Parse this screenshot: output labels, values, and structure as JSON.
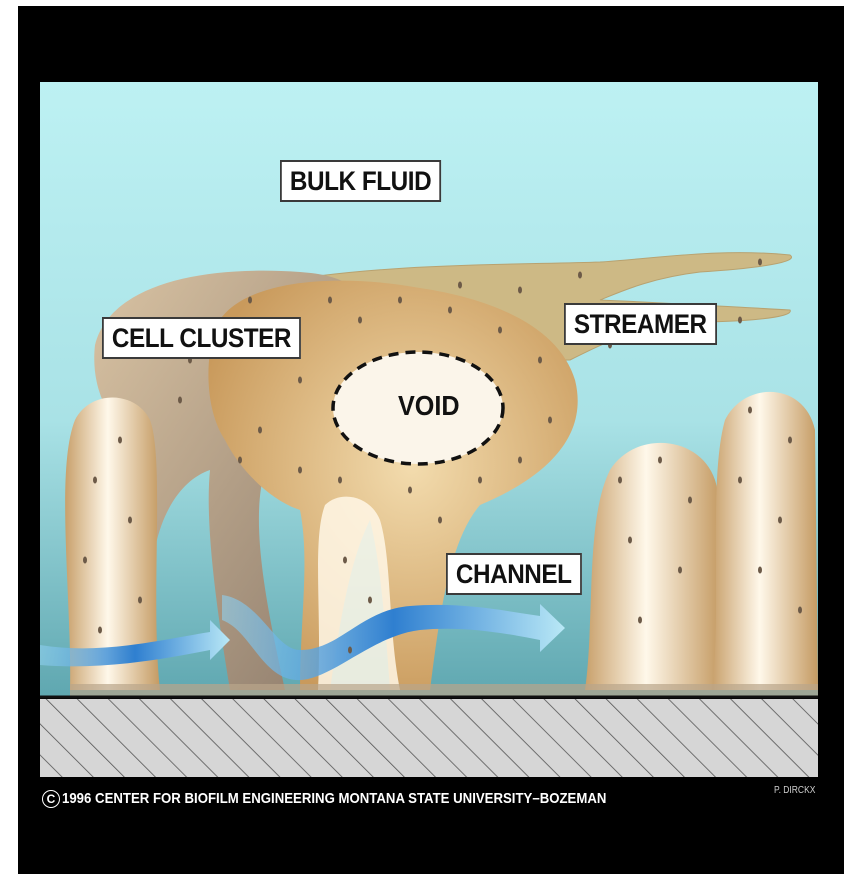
{
  "diagram": {
    "labels": {
      "bulk_fluid": "BULK FLUID",
      "cell_cluster": "CELL CLUSTER",
      "streamer": "STREAMER",
      "void": "VOID",
      "channel": "CHANNEL"
    },
    "footer": {
      "copyright": "1996  CENTER FOR BIOFILM ENGINEERING   MONTANA STATE UNIVERSITY–BOZEMAN",
      "credit": "P. DIRCKX"
    },
    "colors": {
      "fluid_top": "#b8eef0",
      "fluid_bottom": "#6fb4bd",
      "biofilm": "#d8b277",
      "biofilm_dark": "#a98a62",
      "substratum": "#d6d6d6",
      "flow_arrow": "#2f7fd0"
    }
  }
}
